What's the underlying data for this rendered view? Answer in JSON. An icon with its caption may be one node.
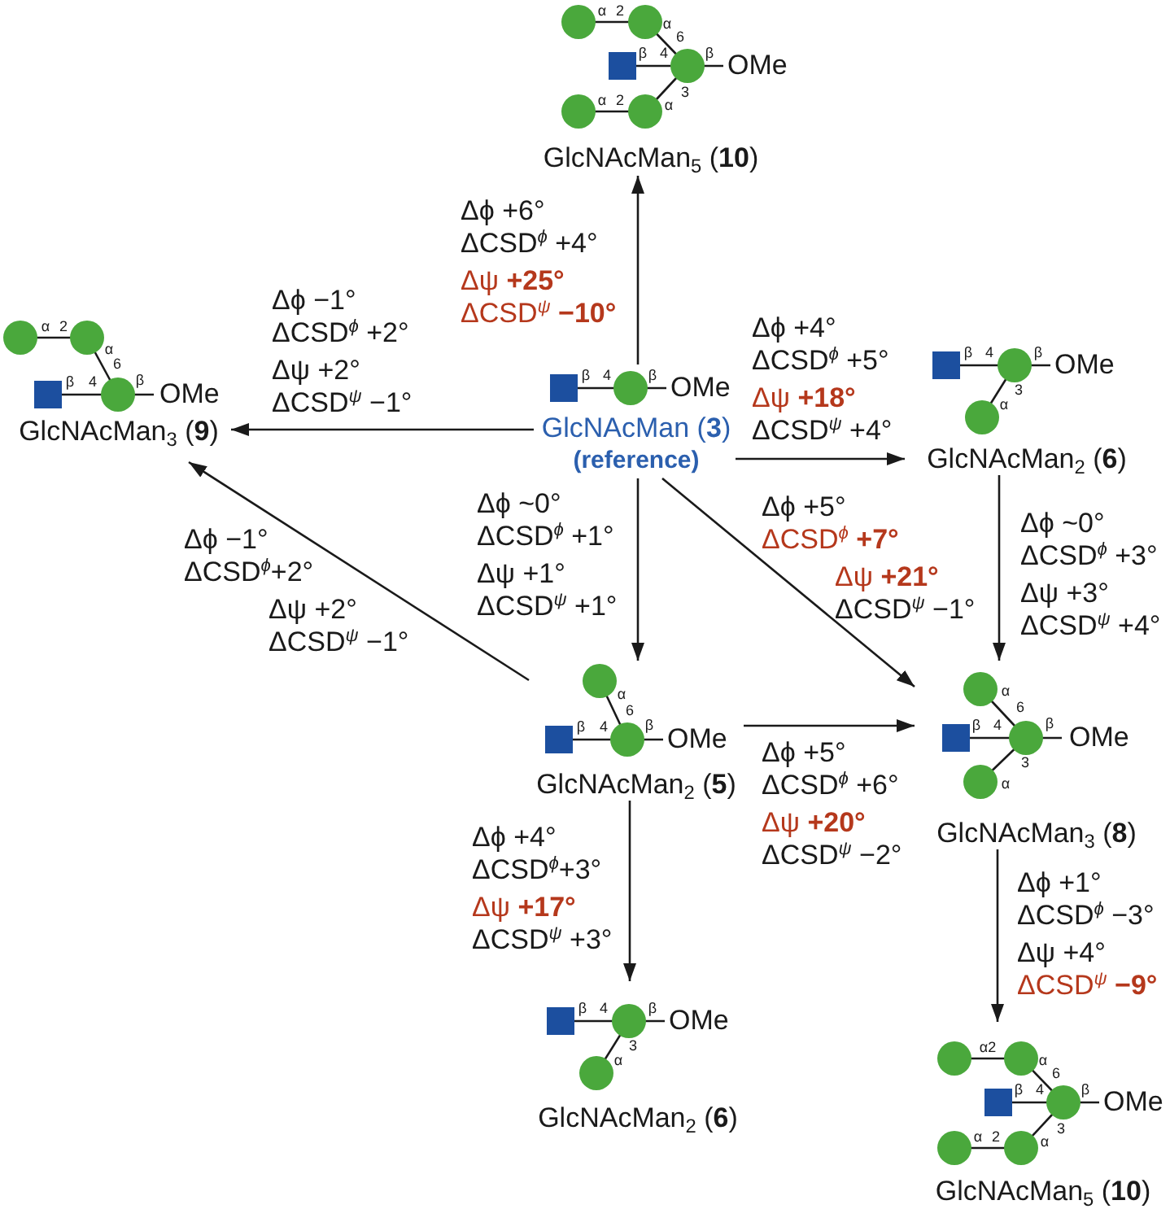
{
  "diagram": {
    "nodes": [
      {
        "text": [
          "α",
          "2",
          "α",
          "6",
          "β",
          "4",
          "β",
          "OMe",
          "3",
          "α",
          "2",
          "α",
          "GlcNAcMan$_{5}$ (**10**)"
        ]
      },
      {
        "text": [
          "α",
          "2",
          "α",
          "6",
          "β",
          "4",
          "β",
          "OMe",
          "GlcNAcMan$_{3}$ (**9**)"
        ]
      },
      {
        "text": [
          "β",
          "4",
          "β",
          "OMe",
          "GlcNAcMan (**3**)",
          "(reference)"
        ]
      },
      {
        "text": [
          "β",
          "4",
          "β",
          "OMe",
          "3",
          "α",
          "GlcNAcMan$_{2}$ (**6**)"
        ]
      },
      {
        "text": [
          "α",
          "6",
          "β",
          "4",
          "β",
          "OMe",
          "GlcNAcMan$_{2}$ (**5**)"
        ]
      },
      {
        "text": [
          "α",
          "6",
          "β",
          "4",
          "β",
          "OMe",
          "3",
          "α",
          "GlcNAcMan$_{3}$ (**8**)"
        ]
      },
      {
        "text": [
          "β",
          "4",
          "β",
          "OMe",
          "3",
          "α",
          "GlcNAcMan$_{2}$ (**6**)"
        ]
      },
      {
        "text": [
          "α2",
          "α",
          "6",
          "β",
          "4",
          "β",
          "OMe",
          "3",
          "α",
          "2",
          "α",
          "GlcNAcMan$_{5}$ (**10**)"
        ]
      }
    ],
    "edges": [
      {
        "from": 2,
        "to": 0,
        "arrow": "to",
        "label": [
          "Δϕ +6°",
          "ΔCSD$^{ϕ}$ +4°",
          "Δψ **+25°**",
          "ΔCSD$^{ψ}$ **−10°**"
        ]
      },
      {
        "from": 2,
        "to": 1,
        "arrow": "to",
        "label": [
          "Δϕ −1°",
          "ΔCSD$^{ϕ}$ +2°",
          "Δψ +2°",
          "ΔCSD$^{ψ}$ −1°"
        ]
      },
      {
        "from": 2,
        "to": 3,
        "arrow": "to",
        "label": [
          "Δϕ +4°",
          "ΔCSD$^{ϕ}$ +5°",
          "Δψ **+18°**",
          "ΔCSD$^{ψ}$ +4°"
        ]
      },
      {
        "from": 2,
        "to": 4,
        "arrow": "to",
        "label": [
          "Δϕ ~0°",
          "ΔCSD$^{ϕ}$ +1°",
          "Δψ +1°",
          "ΔCSD$^{ψ}$ +1°"
        ]
      },
      {
        "from": 2,
        "to": 5,
        "arrow": "to",
        "label": [
          "Δϕ +5°",
          "ΔCSD$^{ϕ}$ **+7°**",
          "Δψ **+21°**",
          "ΔCSD$^{ψ}$ −1°"
        ]
      },
      {
        "from": 4,
        "to": 1,
        "arrow": "to",
        "label": [
          "Δϕ −1°",
          "ΔCSD$^{ϕ}$+2°",
          "Δψ +2°",
          "ΔCSD$^{ψ}$ −1°"
        ]
      },
      {
        "from": 3,
        "to": 5,
        "arrow": "to",
        "label": [
          "Δϕ ~0°",
          "ΔCSD$^{ϕ}$ +3°",
          "Δψ +3°",
          "ΔCSD$^{ψ}$ +4°"
        ]
      },
      {
        "from": 4,
        "to": 5,
        "arrow": "to",
        "label": [
          "Δϕ +5°",
          "ΔCSD$^{ϕ}$ +6°",
          "Δψ **+20°**",
          "ΔCSD$^{ψ}$ −2°"
        ]
      },
      {
        "from": 4,
        "to": 6,
        "arrow": "to",
        "label": [
          "Δϕ +4°",
          "ΔCSD$^{ϕ}$+3°",
          "Δψ **+17°**",
          "ΔCSD$^{ψ}$ +3°"
        ]
      },
      {
        "from": 5,
        "to": 7,
        "arrow": "to",
        "label": [
          "Δϕ +1°",
          "ΔCSD$^{ϕ}$ −3°",
          "Δψ +4°",
          "ΔCSD$^{ψ}$ **−9°**"
        ]
      }
    ]
  }
}
